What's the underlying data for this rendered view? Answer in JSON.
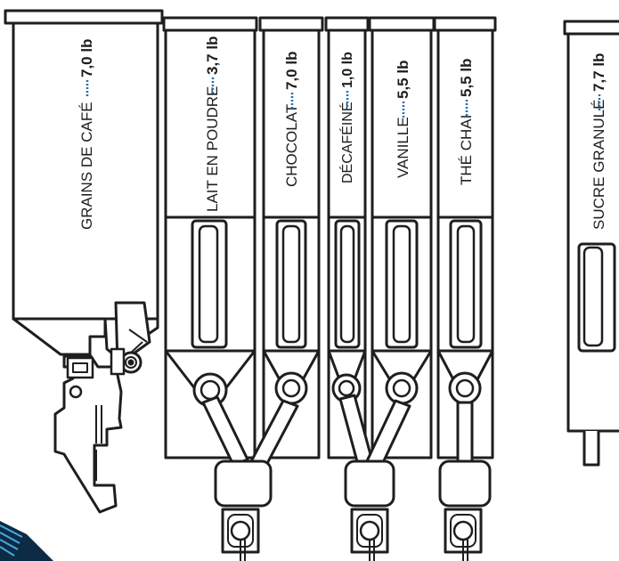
{
  "colors": {
    "line": "#1e1e1e",
    "fill": "#ffffff",
    "accent": "#1f6fb5",
    "corner_dark": "#0d2b45",
    "corner_light": "#4aa8e0"
  },
  "hoppers": [
    {
      "name": "GRAINS DE CAFÉ",
      "weight": "7,0 lb"
    },
    {
      "name": "LAIT EN POUDRE",
      "weight": "3,7 lb"
    },
    {
      "name": "CHOCOLAT",
      "weight": "7,0 lb"
    },
    {
      "name": "DÉCAFÉINÉ",
      "weight": "1,0 lb"
    },
    {
      "name": "VANILLE",
      "weight": "5,5 lb"
    },
    {
      "name": "THÉ CHAI",
      "weight": "5,5 lb"
    },
    {
      "name": "SUCRE GRANULÉ",
      "weight": "7,7 lb"
    }
  ]
}
